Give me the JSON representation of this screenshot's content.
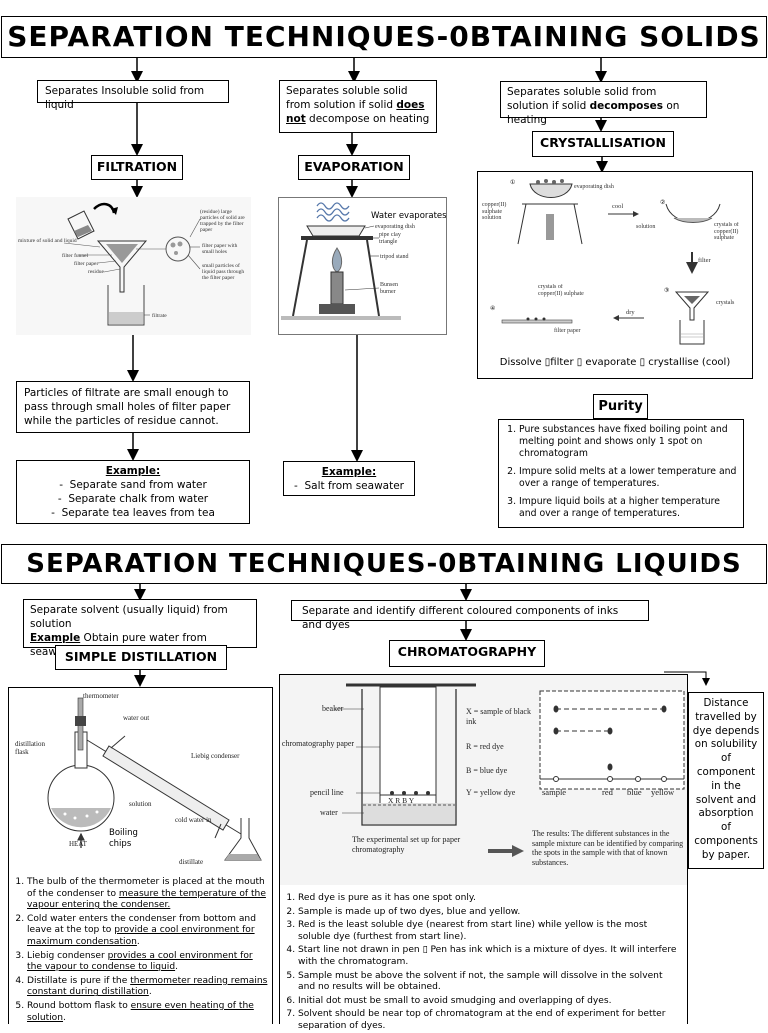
{
  "solids": {
    "title": "SEPARATION TECHNIQUES-0BTAINING SOLIDS",
    "filtration": {
      "desc": "Separates Insoluble solid from liquid",
      "label": "FILTRATION",
      "fig": {
        "mixture": "mixture of solid and liquid",
        "funnel": "filter funnel",
        "paper": "filter paper",
        "residue": "residue",
        "filtrate": "filtrate",
        "trapped": "(residue) large particles of solid are trapped by the filter paper",
        "holes": "filter paper with small holes",
        "small": "small particles of liquid pass through the filter paper"
      },
      "explain": "Particles of filtrate are small enough to pass through small holes of filter paper while the particles of residue cannot.",
      "example_title": "Example:",
      "examples": [
        "Separate sand from water",
        "Separate chalk from water",
        "Separate tea leaves from tea"
      ]
    },
    "evaporation": {
      "desc_a": "Separates soluble solid from solution if solid ",
      "desc_b": "does not",
      "desc_c": " decompose on heating",
      "label": "EVAPORATION",
      "fig": {
        "water": "Water evaporates",
        "dish": "evaporating dish",
        "pipe": "pipe clay triangle",
        "tripod": "tripod stand",
        "burner": "Bunsen burner"
      },
      "example_title": "Example:",
      "examples": [
        "Salt from seawater"
      ]
    },
    "crystallisation": {
      "desc_a": "Separates soluble solid from solution if solid ",
      "desc_b": "decomposes",
      "desc_c": " on heating",
      "label": "CRYSTALLISATION",
      "fig": {
        "dish": "evaporating dish",
        "sol": "copper(II) sulphate solution",
        "cool": "cool",
        "solution": "solution",
        "crystals_ii": "crystals of copper(II) sulphate",
        "filter": "filter",
        "crystals": "crystals",
        "crystals_of": "crystals of copper(II) sulphate",
        "dry": "dry",
        "filterpaper": "filter paper"
      },
      "caption": "Dissolve ▯filter ▯ evaporate ▯ crystallise (cool)"
    },
    "purity": {
      "title": "Purity",
      "items": [
        "Pure substances have fixed boiling point and melting point and shows only 1 spot on chromatogram",
        "Impure solid melts at a lower temperature and over a range of temperatures.",
        "Impure liquid boils at a higher temperature and over a range of temperatures."
      ]
    }
  },
  "liquids": {
    "title": "SEPARATION TECHNIQUES-0BTAINING LIQUIDS",
    "distillation": {
      "desc": "Separate solvent (usually liquid) from solution",
      "example_bold": "Example",
      "example_text": " Obtain pure water from seawater.",
      "label": "SIMPLE DISTILLATION",
      "fig": {
        "thermometer": "thermometer",
        "water_out": "water out",
        "flask": "distillation flask",
        "liebig": "Liebig condenser",
        "solution": "solution",
        "cold_in": "cold water in",
        "heat": "HEAT",
        "chips": "Boiling chips",
        "distillate": "distillate"
      },
      "notes": [
        [
          "The bulb of the thermometer is placed at the mouth of the condenser to ",
          "measure the temperature of the vapour entering the condenser.",
          ""
        ],
        [
          "Cold water enters the condenser from bottom and leave at the top to ",
          "provide a cool environment for maximum condensation",
          "."
        ],
        [
          "Liebig condenser ",
          "provides a cool environment for the vapour to condense to liquid",
          "."
        ],
        [
          "Distillate is pure if the ",
          "thermometer reading remains constant during distillation",
          "."
        ],
        [
          "Round bottom flask to ",
          "ensure even heating of the solution",
          "."
        ]
      ]
    },
    "chromatography": {
      "desc": "Separate and identify different coloured components of inks and dyes",
      "label": "CHROMATOGRAPHY",
      "fig": {
        "beaker": "beaker",
        "paper": "chromatography paper",
        "pencil": "pencil line",
        "water": "water",
        "x": "X = sample of black ink",
        "r": "R = red dye",
        "b": "B = blue dye",
        "y": "Y = yellow dye",
        "spots": "X  R  B  Y",
        "setup": "The experimental set up for paper chromatography",
        "results": "The results: The different substances in the sample mixture can be identified by comparing the spots in the sample with that of known substances.",
        "sample": "sample",
        "red": "red",
        "blue": "blue",
        "yellow": "yellow"
      },
      "side": "Distance travelled by dye depends on solubility of component in the solvent and absorption of components by paper.",
      "notes": [
        "Red dye is pure as it has one spot only.",
        "Sample is made up of two dyes, blue and yellow.",
        "Red is the least soluble dye (nearest from start line) while yellow is the most soluble dye (furthest from start line).",
        "Start line not drawn in pen ▯ Pen has ink which is a mixture of dyes. It will interfere with the chromatogram.",
        "Sample must be above the solvent if not, the sample will dissolve in the solvent and no results will be obtained.",
        "Initial dot must be small to avoid smudging and overlapping of dyes.",
        "Solvent should be near top of chromatogram at the end of experiment for better separation of dyes."
      ]
    }
  }
}
